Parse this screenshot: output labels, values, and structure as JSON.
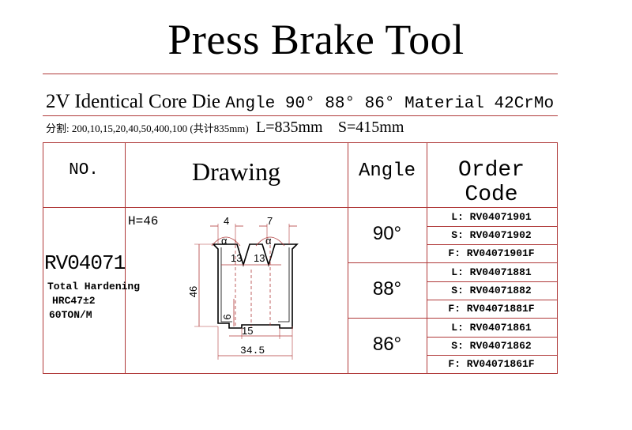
{
  "title": "Press Brake Tool",
  "subtitle": {
    "main": "2V Identical Core Die ",
    "angles": "Angle 90° 88° 86° Material 42CrMo"
  },
  "spec": {
    "sections": "分割: 200,10,15,20,40,50,400,100 (共计835mm)",
    "length": "L=835mm",
    "spacing": "S=415mm"
  },
  "table": {
    "headers": {
      "no": "NO.",
      "drawing": "Drawing",
      "angle": "Angle",
      "order_code": "Order Code"
    },
    "model": "RV04071",
    "notes": [
      "Total Hardening",
      "HRC47±2",
      "60TON/M"
    ],
    "height_label": "H=46",
    "drawing_dims": {
      "top_left": "4",
      "top_right": "7",
      "alpha": "α",
      "v_left": "13",
      "v_right": "13",
      "height": "46",
      "slot_depth": "6",
      "slot_width": "15",
      "base_width": "34.5"
    },
    "rows": [
      {
        "angle": "90°",
        "codes": [
          "L: RV04071901",
          "S: RV04071902",
          "F: RV04071901F"
        ]
      },
      {
        "angle": "88°",
        "codes": [
          "L: RV04071881",
          "S: RV04071882",
          "F: RV04071881F"
        ]
      },
      {
        "angle": "86°",
        "codes": [
          "L: RV04071861",
          "S: RV04071862",
          "F: RV04071861F"
        ]
      }
    ]
  }
}
